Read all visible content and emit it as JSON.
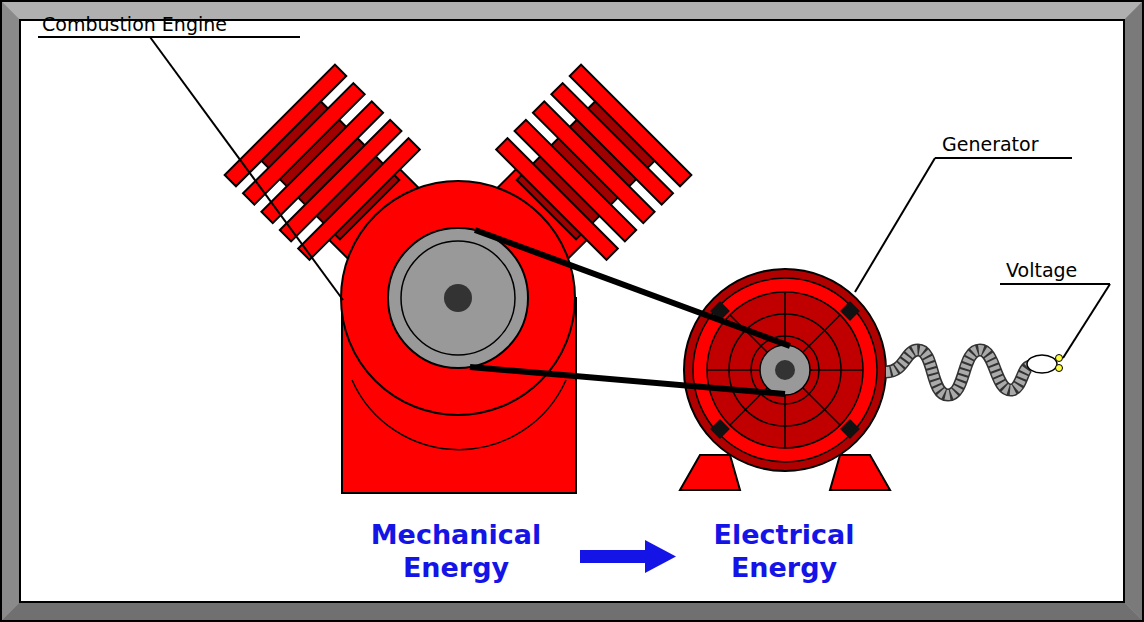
{
  "diagram": {
    "labels": [
      "Combustion Engine",
      "Generator",
      "Voltage",
      "Mechanical Energy",
      "Electrical Energy"
    ]
  }
}
